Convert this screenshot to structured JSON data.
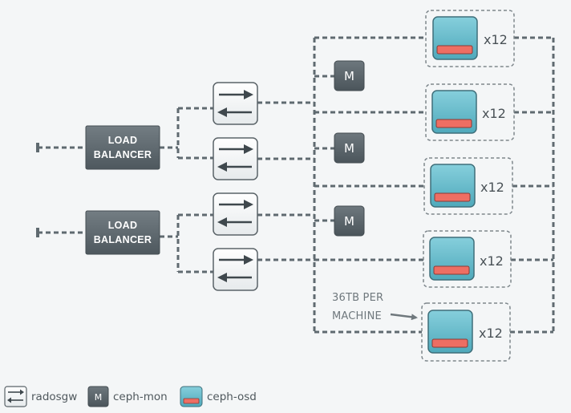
{
  "load_balancers": [
    {
      "label_line1": "LOAD",
      "label_line2": "BALANCER"
    },
    {
      "label_line1": "LOAD",
      "label_line2": "BALANCER"
    }
  ],
  "radosgw_nodes": 4,
  "monitors": [
    {
      "label": "M"
    },
    {
      "label": "M"
    },
    {
      "label": "M"
    }
  ],
  "osd_groups": [
    {
      "count": "x12"
    },
    {
      "count": "x12"
    },
    {
      "count": "x12"
    },
    {
      "count": "x12"
    },
    {
      "count": "x12"
    }
  ],
  "annotation": {
    "line1": "36TB PER",
    "line2": "MACHINE"
  },
  "legend": {
    "radosgw": "radosgw",
    "mon_icon": "M",
    "mon": "ceph-mon",
    "osd": "ceph-osd"
  },
  "colors": {
    "background": "#f4f6f7",
    "connector": "#5f6a70",
    "load_balancer": "#5c666c",
    "monitor": "#5a646a",
    "osd_body": "#63b9c9",
    "osd_bar": "#ee6e63",
    "switch_fill": "#f3f5f6"
  }
}
